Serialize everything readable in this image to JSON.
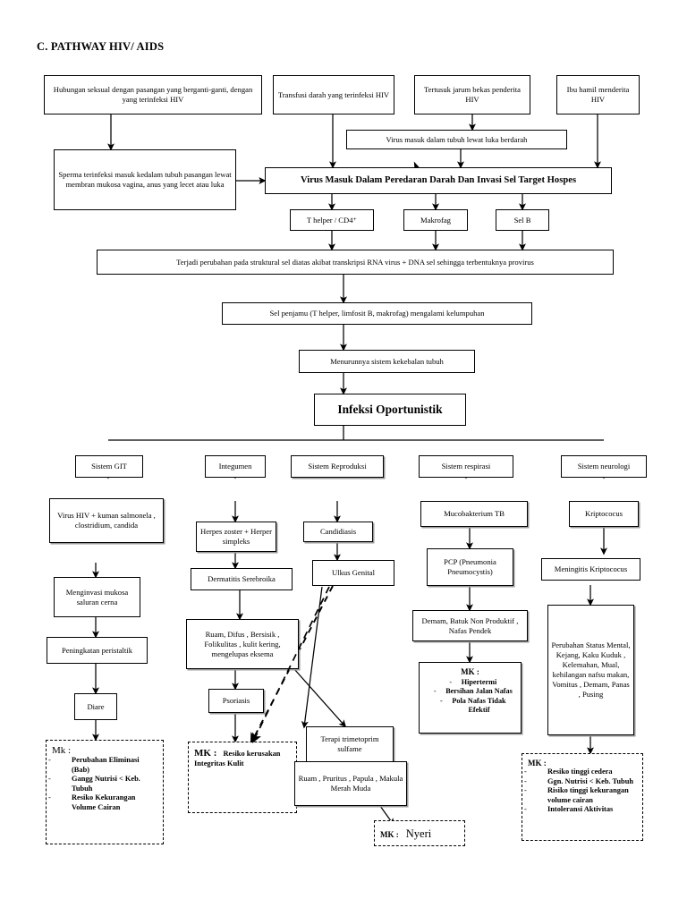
{
  "title": "C. PATHWAY HIV/ AIDS",
  "sources": [
    {
      "id": "src-sexual",
      "text": "Hubungan seksual dengan pasangan yang berganti-ganti, dengan yang terinfeksi HIV"
    },
    {
      "id": "src-transfusi",
      "text": "Transfusi darah yang terinfeksi HIV"
    },
    {
      "id": "src-jarum",
      "text": "Tertusuk jarum bekas penderita HIV"
    },
    {
      "id": "src-ibu-hamil",
      "text": "Ibu hamil menderita HIV"
    }
  ],
  "nodes": {
    "sperma": "Sperma terinfeksi masuk kedalam tubuh pasangan lewat membran mukosa vagina, anus yang lecet atau luka",
    "luka_berdarah": "Virus  masuk dalam tubuh lewat luka berdarah",
    "virus_masuk": "Virus Masuk Dalam Peredaran Darah Dan Invasi Sel Target Hospes",
    "thelper": "T helper / CD4⁺",
    "makrofag": "Makrofag",
    "selb": "Sel B",
    "provirus": "Terjadi perubahan pada struktural sel diatas akibat transkripsi RNA virus + DNA sel sehingga terbentuknya provirus",
    "kelumpuhan": "Sel penjamu (T helper, limfosit B, makrofag) mengalami kelumpuhan",
    "imun_turun": "Menurunnya sistem kekebalan tubuh",
    "infeksi_oportunistik": "Infeksi Oportunistik"
  },
  "systems": [
    {
      "id": "sys-git",
      "label": "Sistem GIT"
    },
    {
      "id": "sys-integumen",
      "label": "Integumen"
    },
    {
      "id": "sys-reproduksi",
      "label": "Sistem Reproduksi"
    },
    {
      "id": "sys-respirasi",
      "label": "Sistem respirasi"
    },
    {
      "id": "sys-neurologi",
      "label": "Sistem neurologi"
    }
  ],
  "git": {
    "kuman": "Virus HIV + kuman salmonela , clostridium, candida",
    "menginvasi": "Menginvasi mukosa saluran cerna",
    "peristaltik": "Peningkatan peristaltik",
    "diare": "Diare",
    "mk_header": "Mk :",
    "mk_items": [
      "Perubahan Eliminasi (Bab)",
      "Gangg Nutrisi < Keb. Tubuh",
      "Resiko Kekurangan Volume Cairan"
    ]
  },
  "integumen": {
    "herpes": "Herpes zoster + Herper simpleks",
    "dermatitis": "Dermatitis Serebroika",
    "ruam": "Ruam, Difus , Bersisik , Folikulitas , kulit kering, mengelupas eksema",
    "psoriasis": "Psoriasis",
    "mk_header": "MK :",
    "mk_text": "Resiko kerusakan Integritas Kulit"
  },
  "reproduksi": {
    "candidiasis": "Candidiasis",
    "ulkus": "Ulkus  Genital",
    "terapi": "Terapi trimetoprim sulfame",
    "ruam": "Ruam , Pruritus , Papula , Makula Merah Muda",
    "mk_header": "MK :",
    "mk_text": "Nyeri"
  },
  "respirasi": {
    "tb": "Mucobakterium TB",
    "pcp": "PCP (Pneumonia Pneumocystis)",
    "gejala": "Demam, Batuk Non Produktif , Nafas Pendek",
    "mk_header": "MK :",
    "mk_items": [
      "Hipertermi",
      "Bersihan Jalan Nafas",
      "Pola Nafas Tidak Efektif"
    ]
  },
  "neurologi": {
    "kripto": "Kriptococus",
    "meningitis": "Meningitis Kriptococus",
    "gejala": "Perubahan Status Mental, Kejang, Kaku Kuduk , Kelemahan, Mual, kehilangan nafsu makan, Vomitus , Demam, Panas , Pusing",
    "mk_header": "MK :",
    "mk_items": [
      "Resiko tinggi cedera",
      "Ggn. Nutrisi < Keb. Tubuh",
      "Risiko tinggi kekurangan volume cairan",
      "Intoleransi Aktivitas"
    ]
  }
}
